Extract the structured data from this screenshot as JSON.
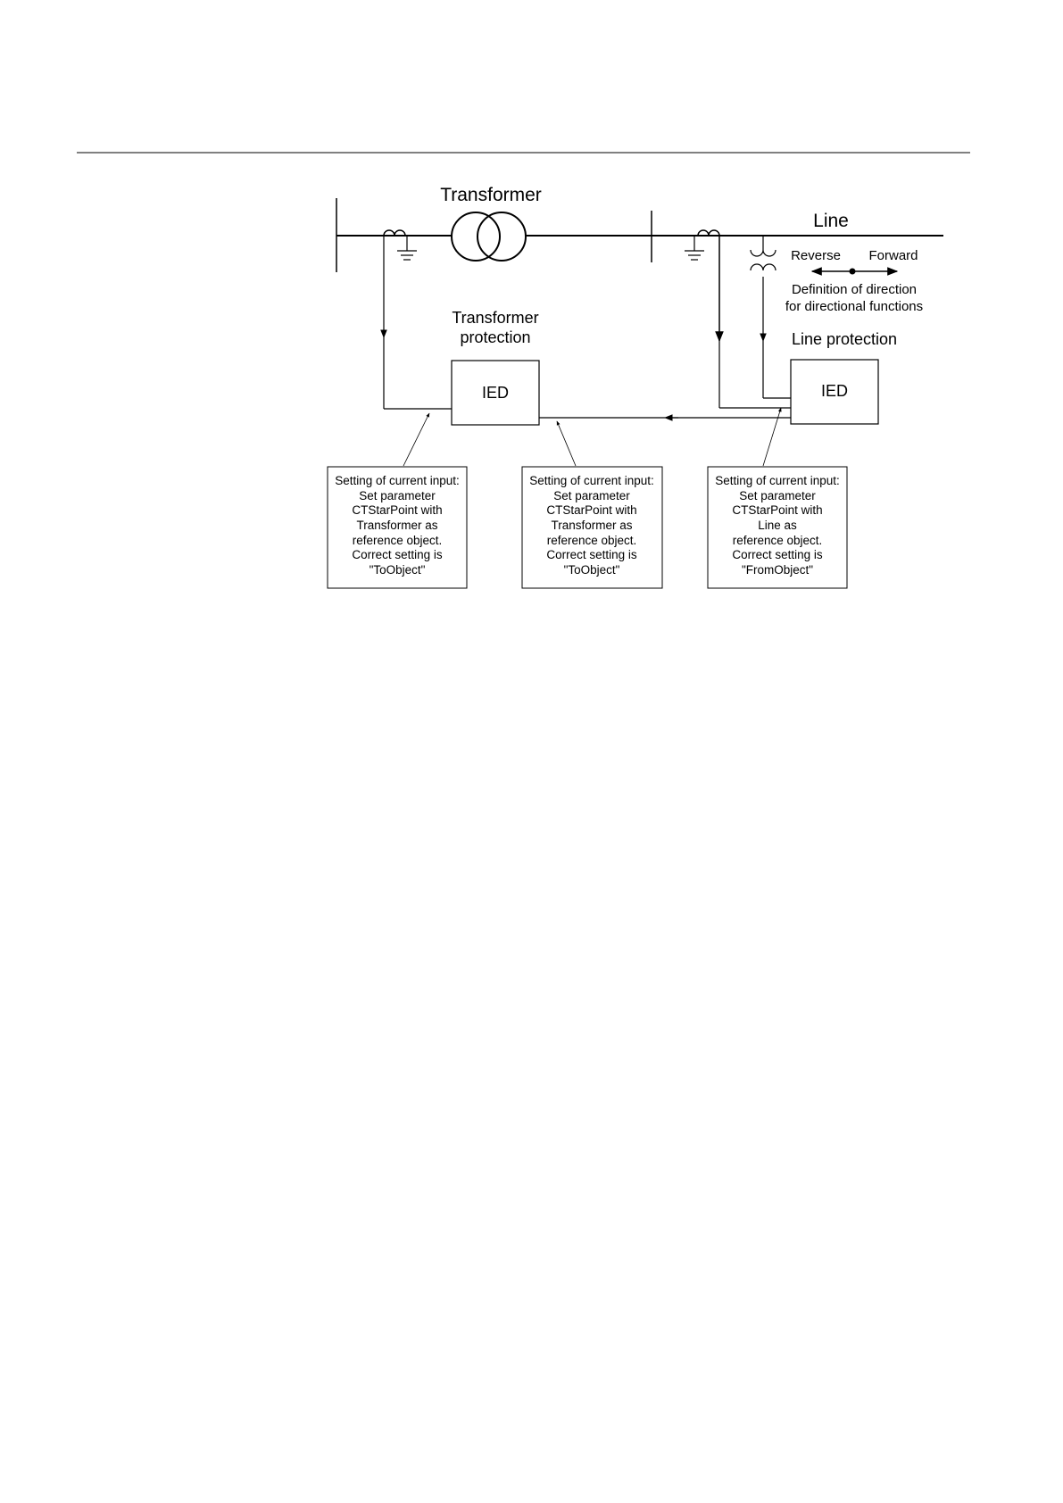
{
  "labels": {
    "transformer": "Transformer",
    "line": "Line",
    "reverse": "Reverse",
    "forward": "Forward",
    "definition_line1": "Definition of direction",
    "definition_line2": "for directional functions",
    "transformer_protection_line1": "Transformer",
    "transformer_protection_line2": "protection",
    "line_protection": "Line protection",
    "ied_transformer": "IED",
    "ied_line": "IED"
  },
  "notes": [
    {
      "lines": [
        "Setting of current input:",
        "Set parameter",
        "CTStarPoint with",
        "Transformer as",
        "reference object.",
        "Correct setting is",
        "\"ToObject\""
      ]
    },
    {
      "lines": [
        "Setting of current input:",
        "Set parameter",
        "CTStarPoint with",
        "Transformer as",
        "reference object.",
        "Correct setting is",
        "\"ToObject\""
      ]
    },
    {
      "lines": [
        "Setting of current input:",
        "Set parameter",
        "CTStarPoint with",
        "Line as",
        "reference object.",
        "Correct setting is",
        "\"FromObject\""
      ]
    }
  ]
}
